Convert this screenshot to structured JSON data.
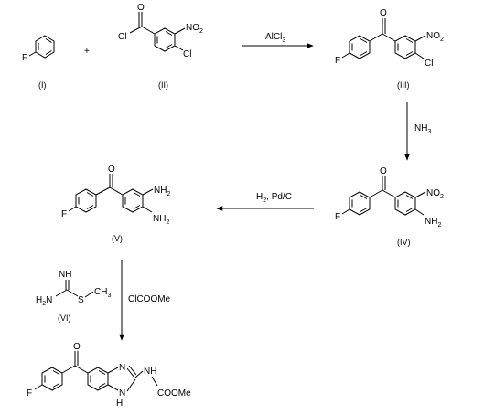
{
  "compounds": {
    "c1": {
      "label": "(I)",
      "F": "F"
    },
    "c2": {
      "label": "(II)",
      "Cl_acyl": "Cl",
      "O": "O",
      "nitro": "NO",
      "nitro_sub": "2",
      "Cl_ring": "Cl"
    },
    "c3": {
      "label": "(III)",
      "F": "F",
      "O": "O",
      "nitro": "NO",
      "nitro_sub": "2",
      "Cl": "Cl"
    },
    "c4": {
      "label": "(IV)",
      "F": "F",
      "O": "O",
      "nitro": "NO",
      "nitro_sub": "2",
      "amine": "NH",
      "amine_sub": "2"
    },
    "c5": {
      "label": "(V)",
      "F": "F",
      "O": "O",
      "amine1": "NH",
      "amine1_sub": "2",
      "amine2": "NH",
      "amine2_sub": "2"
    },
    "c6": {
      "label": "(VI)",
      "imine": "NH",
      "amine": "H",
      "amine_sub": "2",
      "amine_N": "N",
      "S": "S",
      "methyl": "CH",
      "methyl_sub": "3"
    },
    "product": {
      "F": "F",
      "O": "O",
      "N_ring": "N",
      "NH_ring": "N",
      "NH_ring_H": "H",
      "NH_link": "NH",
      "link_N": "N",
      "carbamate": "COOMe"
    }
  },
  "plus_sign": "+",
  "reagents": {
    "step1": {
      "text": "AlCl",
      "sub": "3"
    },
    "step2": {
      "text": "NH",
      "sub": "3"
    },
    "step3": {
      "text": "H",
      "sub": "2",
      "rest": ", Pd/C"
    },
    "step4": {
      "text": "ClCOOMe"
    }
  }
}
